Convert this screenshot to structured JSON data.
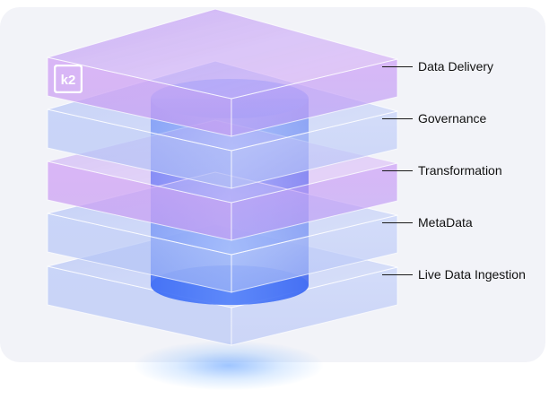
{
  "diagram": {
    "layers": [
      {
        "id": "data-delivery",
        "label": "Data Delivery"
      },
      {
        "id": "governance",
        "label": "Governance"
      },
      {
        "id": "transformation",
        "label": "Transformation"
      },
      {
        "id": "metadata",
        "label": "MetaData"
      },
      {
        "id": "live-data-ingestion",
        "label": "Live Data Ingestion"
      }
    ],
    "logo_text": "k2",
    "colors": {
      "background": "#f2f3f8",
      "layer_violet": "#c79cf5",
      "layer_blue": "#b9c9f7",
      "cylinder_blue": "#4f7dff",
      "label_text": "#111111"
    }
  }
}
